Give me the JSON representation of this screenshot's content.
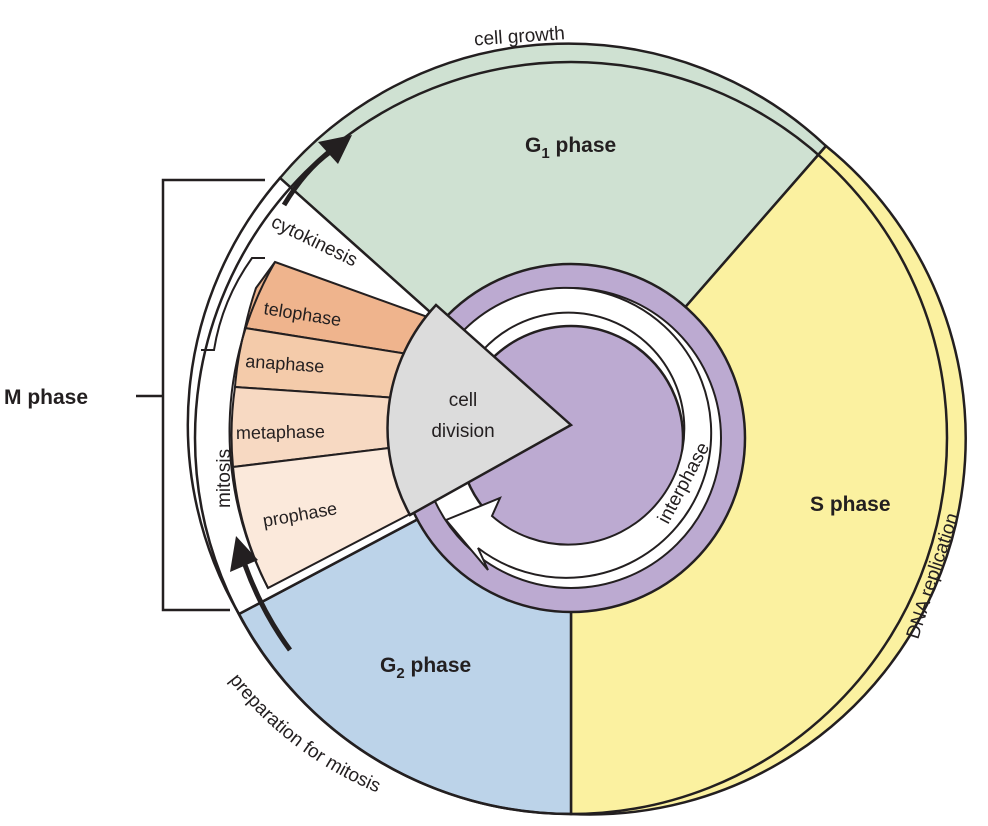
{
  "phases": {
    "g1": {
      "label_main": "G",
      "label_sub": "1",
      "label_rest": " phase",
      "note": "cell growth",
      "color": "#cfe1d2"
    },
    "s": {
      "label": "S phase",
      "note": "DNA replication",
      "color": "#fbf1a0"
    },
    "g2": {
      "label_main": "G",
      "label_sub": "2",
      "label_rest": " phase",
      "note": "preparation for mitosis",
      "color": "#bcd3e9"
    }
  },
  "interphase": {
    "label": "interphase",
    "ring_color": "#bcaad1"
  },
  "cell_division": {
    "line1": "cell",
    "line2": "division",
    "color": "#dcdcdc"
  },
  "m_phase": {
    "label": "M phase"
  },
  "cytokinesis": {
    "label": "cytokinesis"
  },
  "mitosis": {
    "label": "mitosis",
    "stages": [
      {
        "name": "telophase",
        "color": "#efb48d"
      },
      {
        "name": "anaphase",
        "color": "#f4cbaa"
      },
      {
        "name": "metaphase",
        "color": "#f7d9c2"
      },
      {
        "name": "prophase",
        "color": "#fbe9db"
      }
    ]
  }
}
